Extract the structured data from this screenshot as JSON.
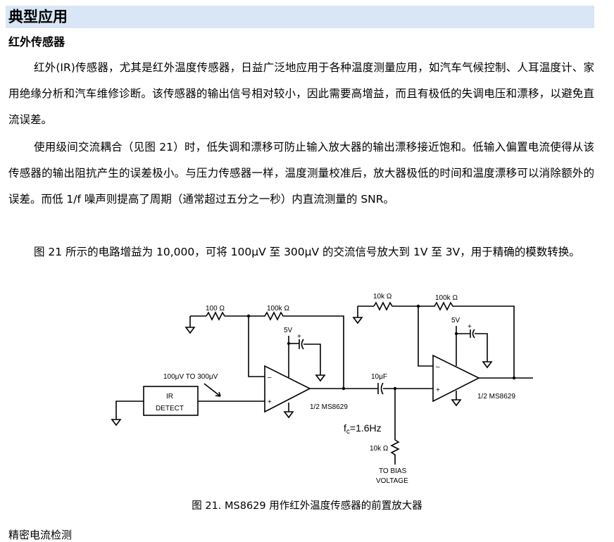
{
  "section": {
    "title": "典型应用"
  },
  "subsection": {
    "title": "红外传感器"
  },
  "paragraphs": [
    "红外(IR)传感器，尤其是红外温度传感器，日益广泛地应用于各种温度测量应用，如汽车气候控制、人耳温度计、家用绝缘分析和汽车维修诊断。该传感器的输出信号相对较小，因此需要高增益，而且有极低的失调电压和漂移，以避免直流误差。",
    "使用级间交流耦合（见图 21）时，低失调和漂移可防止输入放大器的输出漂移接近饱和。低输入偏置电流使得从该传感器的输出阻抗产生的误差极小。与压力传感器一样，温度测量校准后，放大器极低的时间和温度漂移可以消除额外的误差。而低 1/f 噪声则提高了周期（通常超过五分之一秒）内直流测量的 SNR。",
    "图 21 所示的电路增益为 10,000，可将 100μV 至 300μV 的交流信号放大到 1V 至 3V，用于精确的模数转换。"
  ],
  "figure": {
    "labels": {
      "r1": "100 Ω",
      "r2": "100k Ω",
      "r3": "10k Ω",
      "r4": "100k Ω",
      "supply1": "5V",
      "supply2": "5V",
      "plus1": "+",
      "plus2": "+",
      "input_range": "100μV TO 300μV",
      "ir_line1": "IR",
      "ir_line2": "DETECT",
      "amp1": "1/2 MS8629",
      "amp2": "1/2 MS8629",
      "cap": "10μF",
      "fc": "f",
      "fc_sub": "c",
      "fc_val": "=1.6Hz",
      "r5": "10k Ω",
      "bias_line1": "TO BIAS",
      "bias_line2": "VOLTAGE",
      "minus1": "–",
      "plus_in1": "+",
      "minus2": "–",
      "plus_in2": "+"
    },
    "caption": "图 21. MS8629 用作红外温度传感器的前置放大器"
  },
  "cutoff_text": "精密电流检测"
}
